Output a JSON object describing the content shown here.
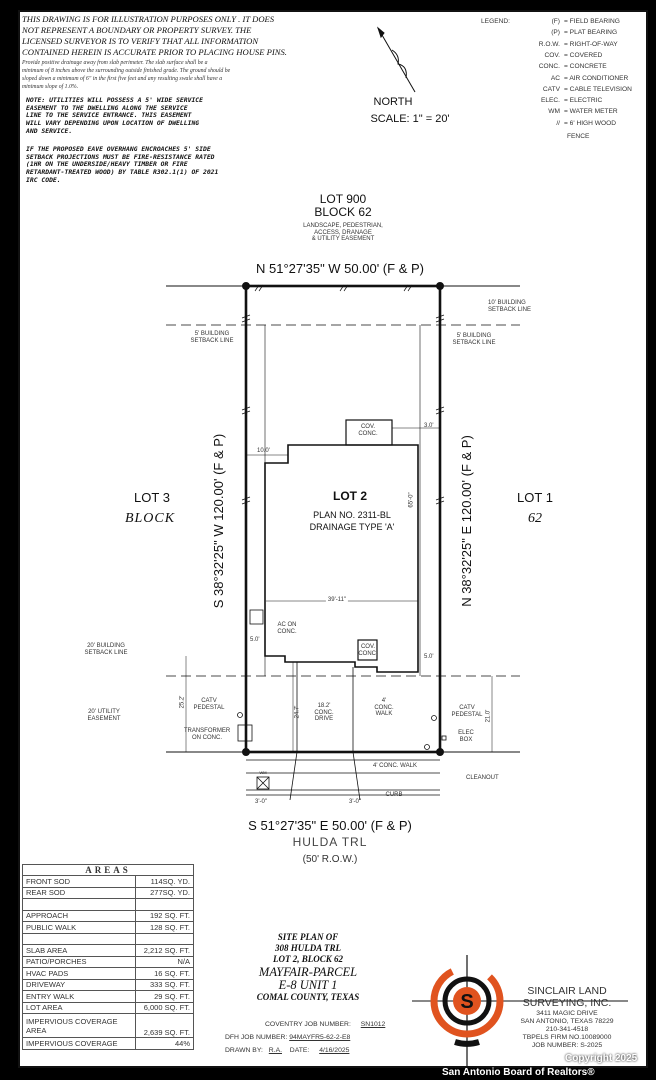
{
  "disclaimer": [
    "THIS DRAWING IS FOR ILLUSTRATION PURPOSES ONLY . IT DOES",
    "NOT REPRESENT A BOUNDARY OR PROPERTY SURVEY. THE",
    "LICENSED SURVEYOR IS TO VERIFY THAT ALL INFORMATION",
    "CONTAINED HEREIN IS ACCURATE PRIOR TO PLACING HOUSE PINS."
  ],
  "drainage_note": [
    "Provide positive drainage away from slab perimeter. The slab surface shall be a",
    "minimum of 8 inches above the surrounding outside finished grade. The ground should be",
    "sloped down a minimum of 6\" in the first five feet and any resulting swale shall have a",
    "minimum slope of 1.0%."
  ],
  "utility_note": [
    "NOTE: UTILITIES WILL POSSESS A 5' WIDE SERVICE",
    "EASEMENT TO THE DWELLING ALONG THE SERVICE",
    "LINE TO THE SERVICE ENTRANCE. THIS EASEMENT",
    "WILL VARY DEPENDING UPON LOCATION OF DWELLING",
    "AND SERVICE."
  ],
  "eave_note": [
    "IF THE PROPOSED EAVE OVERHANG ENCROACHES 5' SIDE",
    "SETBACK PROJECTIONS MUST BE FIRE-RESISTANCE RATED",
    "(1HR ON THE UNDERSIDE/HEAVY TIMBER OR FIRE",
    "RETARDANT-TREATED WOOD) BY TABLE R302.1(1) OF 2021",
    "IRC CODE."
  ],
  "north": {
    "label": "NORTH",
    "scale": "SCALE: 1\" = 20'"
  },
  "legend": {
    "title": "LEGEND:",
    "items": [
      {
        "key": "(F)",
        "value": "= FIELD BEARING"
      },
      {
        "key": "(P)",
        "value": "= PLAT BEARING"
      },
      {
        "key": "R.O.W.",
        "value": "= RIGHT-OF-WAY"
      },
      {
        "key": "COV.",
        "value": "= COVERED"
      },
      {
        "key": "CONC.",
        "value": "= CONCRETE"
      },
      {
        "key": "AC",
        "value": "= AIR CONDITIONER"
      },
      {
        "key": "CATV",
        "value": "= CABLE TELEVISION"
      },
      {
        "key": "ELEC.",
        "value": "= ELECTRIC"
      },
      {
        "key": "WM",
        "value": "= WATER METER"
      },
      {
        "key": "//",
        "value": "= 6' HIGH WOOD"
      }
    ],
    "fence_cont": "FENCE"
  },
  "plan": {
    "lot900": "LOT 900",
    "block62": "BLOCK 62",
    "easement": [
      "LANDSCAPE, PEDESTRIAN,",
      "ACCESS, DRANAGE",
      "& UTILITY EASEMENT"
    ],
    "north_bearing": "N 51°27'35\" W 50.00' (F & P)",
    "west_bearing": "S 38°32'25\" W 120.00' (F & P)",
    "east_bearing": "N 38°32'25\" E 120.00' (F & P)",
    "south_bearing": "S 51°27'35\" E 50.00' (F & P)",
    "street": "HULDA TRL",
    "row": "(50' R.O.W.)",
    "lot3": "LOT 3",
    "block": "BLOCK",
    "lot1": "LOT 1",
    "n62": "62",
    "lot2": "LOT 2",
    "plan_no": "PLAN NO. 2311-BL",
    "drainage_type": "DRAINAGE TYPE 'A'",
    "rear_setback": [
      "10' BUILDING",
      "SETBACK LINE"
    ],
    "side_setback": [
      "5' BUILDING",
      "SETBACK LINE"
    ],
    "front_setback": [
      "20' BUILDING",
      "SETBACK LINE"
    ],
    "utility_easement": [
      "20' UTILITY",
      "EASEMENT"
    ],
    "dim_10": "10.0'",
    "dim_3": "3.0'",
    "dim_65": "65'-0\"",
    "dim_39": "39'-11\"",
    "dim_5a": "5.0'",
    "dim_5b": "5.0'",
    "dim_252": "25.2'",
    "dim_247": "24.7'",
    "dim_210": "21.0'",
    "dim_30a": "3'-0\"",
    "dim_30b": "3'-0\"",
    "cov_conc": [
      "COV.",
      "CONC."
    ],
    "ac": [
      "AC ON",
      "CONC."
    ],
    "drive": [
      "18.2'",
      "CONC.",
      "DRIVE"
    ],
    "walk": [
      "4'",
      "CONC.",
      "WALK"
    ],
    "catv_w": [
      "CATV",
      "PEDESTAL"
    ],
    "transformer": [
      "TRANSFORMER",
      "ON CONC."
    ],
    "catv_e": [
      "CATV",
      "PEDESTAL"
    ],
    "elec": [
      "ELEC",
      "BOX"
    ],
    "cleanout": "CLEANOUT",
    "public_walk": "4' CONC. WALK",
    "curb": "CURB",
    "wm": "WM"
  },
  "areas": {
    "title": "AREAS",
    "rows": [
      {
        "label": "FRONT SOD",
        "value": "114SQ. YD."
      },
      {
        "label": "REAR SOD",
        "value": "277SQ. YD."
      },
      {
        "label": "",
        "value": ""
      },
      {
        "label": "APPROACH",
        "value": "192 SQ. FT."
      },
      {
        "label": "PUBLIC WALK",
        "value": "128 SQ. FT."
      },
      {
        "label": "",
        "value": ""
      },
      {
        "label": "SLAB AREA",
        "value": "2,212 SQ. FT."
      },
      {
        "label": "PATIO/PORCHES",
        "value": "N/A"
      },
      {
        "label": "HVAC PADS",
        "value": "16 SQ. FT."
      },
      {
        "label": "DRIVEWAY",
        "value": "333 SQ. FT."
      },
      {
        "label": "ENTRY WALK",
        "value": "29 SQ. FT."
      },
      {
        "label": "LOT AREA",
        "value": "6,000 SQ. FT."
      },
      {
        "label": "IMPERVIOUS COVERAGE AREA",
        "value": "2,639 SQ. FT."
      },
      {
        "label": "IMPERVIOUS COVERAGE",
        "value": "44%"
      }
    ]
  },
  "title_block": {
    "lines": [
      "SITE PLAN OF",
      "308 HULDA TRL",
      "LOT 2, BLOCK 62"
    ],
    "sub": [
      "MAYFAIR-PARCEL",
      "E-8 UNIT 1"
    ],
    "county": "COMAL COUNTY, TEXAS",
    "coventry_label": "COVENTRY JOB NUMBER:",
    "coventry": "SN1012",
    "dfh_label": "DFH JOB NUMBER:",
    "dfh": "94MAYFR5-62-2-E8",
    "drawn_label": "DRAWN BY:",
    "drawn": "R.A.",
    "date_label": "DATE:",
    "date": "4/16/2025"
  },
  "company": {
    "name": [
      "SINCLAIR LAND",
      "SURVEYING, INC."
    ],
    "address": [
      "3411 MAGIC DRIVE",
      "SAN ANTONIO, TEXAS 78229",
      "210-341-4518",
      "TBPELS FIRM NO.10089000",
      "JOB NUMBER: S-2025"
    ],
    "orange": "#e0531f"
  },
  "watermark": {
    "copyright": "Copyright 2025",
    "board": "San Antonio Board of Realtors®"
  }
}
